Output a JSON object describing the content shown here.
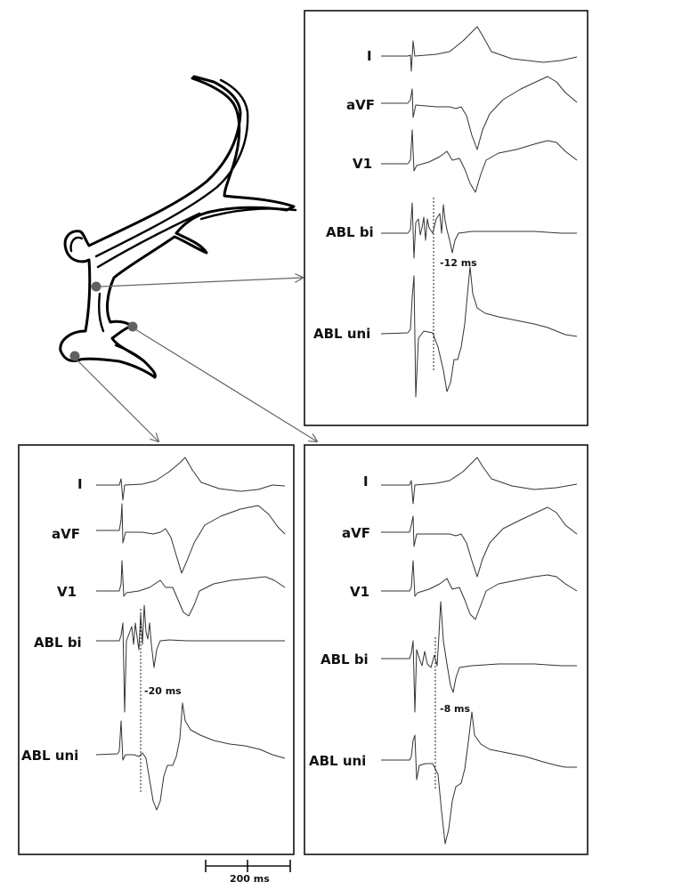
{
  "leads": {
    "i": "I",
    "avf": "aVF",
    "v1": "V1",
    "abl_bi": "ABL bi",
    "abl_uni": "ABL uni"
  },
  "panels": {
    "top_right": {
      "timing": "-12 ms"
    },
    "bottom_left": {
      "timing": "-20 ms"
    },
    "bottom_right": {
      "timing": "-8 ms"
    }
  },
  "scale_bar": {
    "label": "200 ms"
  },
  "colors": {
    "trace": "#333333",
    "frame": "#111111",
    "site_marker": "#606060",
    "arrow": "#666666"
  }
}
